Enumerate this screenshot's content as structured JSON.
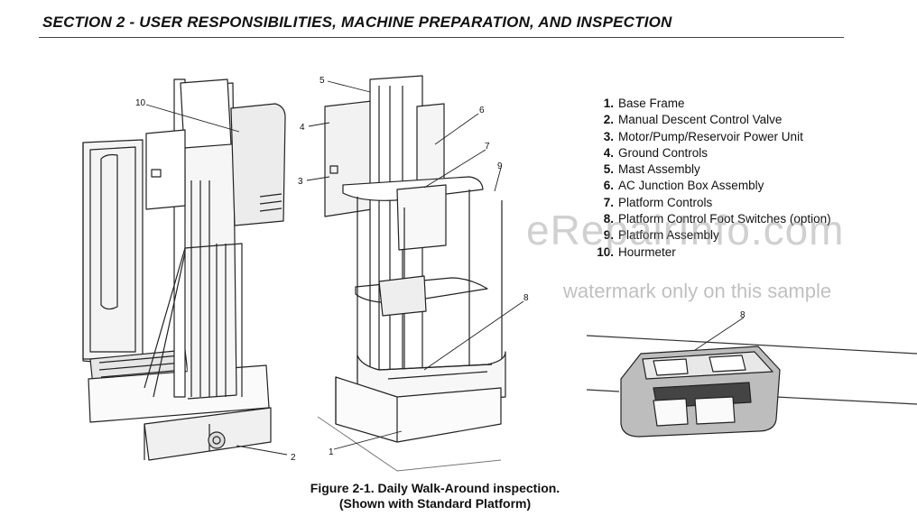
{
  "header": {
    "title": "SECTION 2 - USER RESPONSIBILITIES, MACHINE PREPARATION, AND INSPECTION"
  },
  "legend": [
    {
      "num": "1.",
      "label": "Base Frame"
    },
    {
      "num": "2.",
      "label": "Manual Descent Control Valve"
    },
    {
      "num": "3.",
      "label": "Motor/Pump/Reservoir Power Unit"
    },
    {
      "num": "4.",
      "label": "Ground Controls"
    },
    {
      "num": "5.",
      "label": "Mast Assembly"
    },
    {
      "num": "6.",
      "label": "AC Junction Box Assembly"
    },
    {
      "num": "7.",
      "label": "Platform Controls"
    },
    {
      "num": "8.",
      "label": "Platform Control Foot Switches (option)"
    },
    {
      "num": "9.",
      "label": "Platform Assembly"
    },
    {
      "num": "10.",
      "label": "Hourmeter"
    }
  ],
  "callouts": {
    "c10": "10",
    "c2": "2",
    "c5": "5",
    "c4": "4",
    "c3": "3",
    "c6": "6",
    "c7": "7",
    "c9": "9",
    "c8a": "8",
    "c1": "1",
    "c8b": "8"
  },
  "watermark": {
    "site": "eRepairInfo.com",
    "note": "watermark only on this sample"
  },
  "caption": {
    "line1": "Figure 2-1. Daily Walk-Around inspection.",
    "line2": "(Shown with Standard Platform)"
  }
}
